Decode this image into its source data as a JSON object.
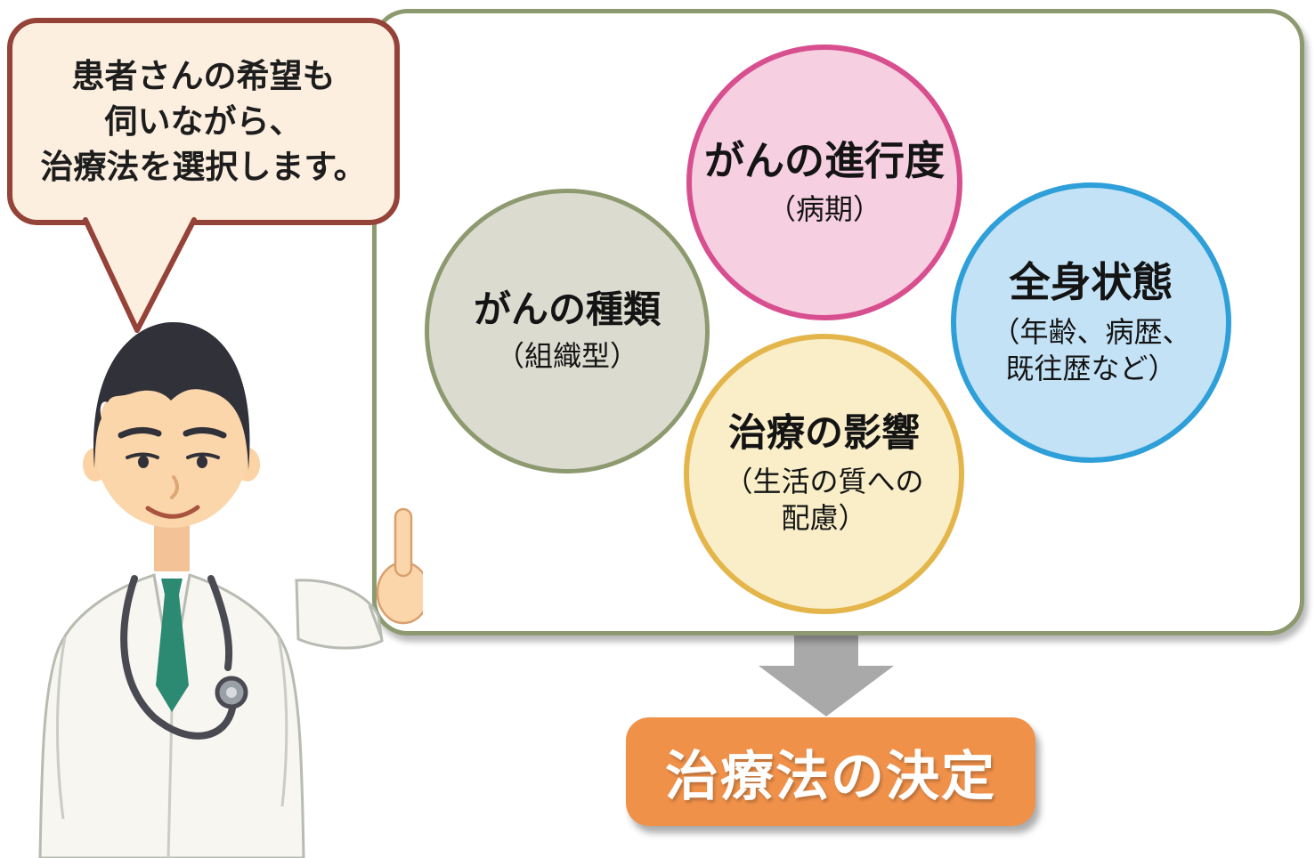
{
  "speech_bubble": {
    "line1": "患者さんの希望も",
    "line2": "伺いながら、",
    "line3": "治療法を選択します。"
  },
  "panel": {
    "factors": [
      {
        "id": "cancer-type",
        "title": "がんの種類",
        "subtitle1": "（組織型）"
      },
      {
        "id": "cancer-stage",
        "title": "がんの進行度",
        "subtitle1": "（病期）"
      },
      {
        "id": "general-condition",
        "title": "全身状態",
        "subtitle1": "（年齢、病歴、",
        "subtitle2": "既往歴など）"
      },
      {
        "id": "treatment-impact",
        "title": "治療の影響",
        "subtitle1": "（生活の質への",
        "subtitle2": "配慮）"
      }
    ]
  },
  "result": {
    "label": "治療法の決定"
  },
  "icons": {
    "doctor": "doctor-pointing-illustration",
    "arrow": "down-arrow"
  },
  "colors": {
    "panel_border": "#8d9a70",
    "gray_fill": "#dcdbd0",
    "gray_border": "#8d9a70",
    "pink_fill": "#f6cfe0",
    "pink_border": "#d84f90",
    "blue_fill": "#c3e2f6",
    "blue_border": "#2e9fd8",
    "yellow_fill": "#f9eec8",
    "yellow_border": "#e3b54b",
    "result_bg": "#f0914a",
    "result_text": "#ffffff",
    "arrow_gray": "#a9a9a9",
    "bubble_bg": "#fcefdf",
    "bubble_border": "#954238",
    "tie_green": "#2b8a71"
  }
}
